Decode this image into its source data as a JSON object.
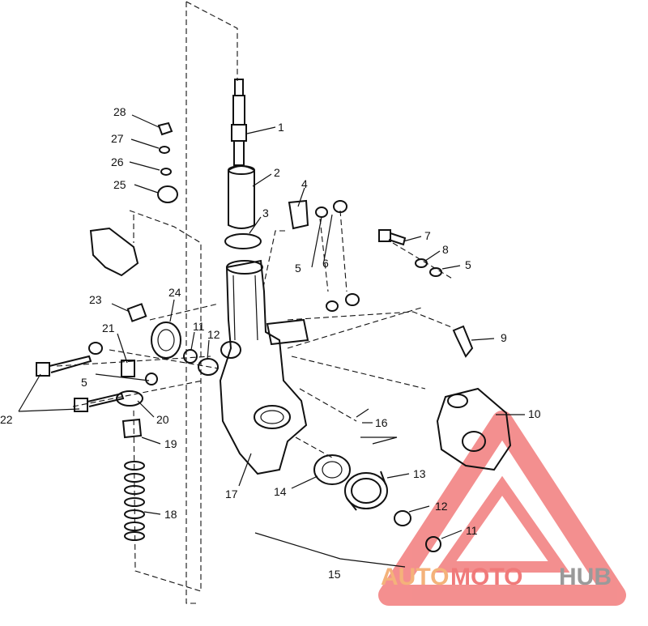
{
  "callouts": [
    {
      "id": "c1",
      "text": "1"
    },
    {
      "id": "c2",
      "text": "2"
    },
    {
      "id": "c3",
      "text": "3"
    },
    {
      "id": "c4",
      "text": "4"
    },
    {
      "id": "c5a",
      "text": "5"
    },
    {
      "id": "c6",
      "text": "6"
    },
    {
      "id": "c7",
      "text": "7"
    },
    {
      "id": "c8",
      "text": "8"
    },
    {
      "id": "c5b",
      "text": "5"
    },
    {
      "id": "c9",
      "text": "9"
    },
    {
      "id": "c10",
      "text": "10"
    },
    {
      "id": "c11a",
      "text": "11"
    },
    {
      "id": "c12a",
      "text": "12"
    },
    {
      "id": "c13",
      "text": "13"
    },
    {
      "id": "c14",
      "text": "14"
    },
    {
      "id": "c15",
      "text": "15"
    },
    {
      "id": "c16",
      "text": "16"
    },
    {
      "id": "c17",
      "text": "17"
    },
    {
      "id": "c18",
      "text": "18"
    },
    {
      "id": "c19",
      "text": "19"
    },
    {
      "id": "c20",
      "text": "20"
    },
    {
      "id": "c21",
      "text": "21"
    },
    {
      "id": "c22",
      "text": "22"
    },
    {
      "id": "c23",
      "text": "23"
    },
    {
      "id": "c24",
      "text": "24"
    },
    {
      "id": "c25",
      "text": "25"
    },
    {
      "id": "c26",
      "text": "26"
    },
    {
      "id": "c27",
      "text": "27"
    },
    {
      "id": "c28",
      "text": "28"
    },
    {
      "id": "c5c",
      "text": "5"
    },
    {
      "id": "c11b",
      "text": "11"
    },
    {
      "id": "c12b",
      "text": "12"
    }
  ],
  "watermark": {
    "part1": "AUTO",
    "part2": "MOTO",
    "part3": "HUB",
    "colors": {
      "auto": "#f4b27a",
      "moto": "#f07a7a",
      "hub": "#9a9a9a",
      "triangle": "#f06a6a"
    }
  }
}
